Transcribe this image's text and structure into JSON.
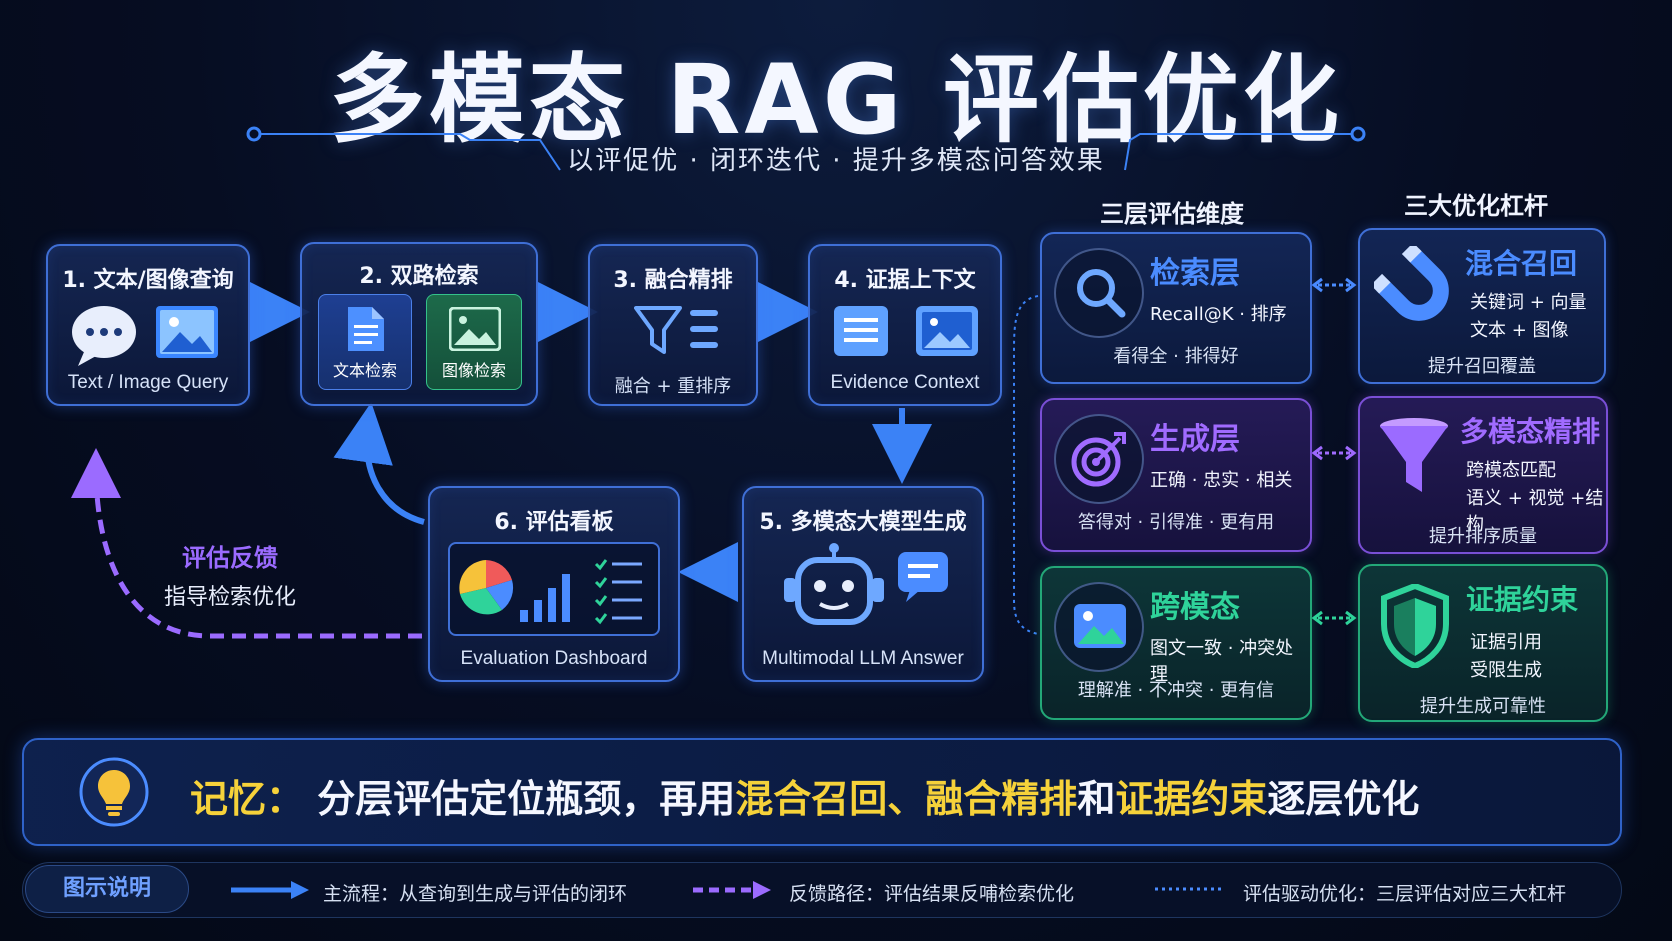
{
  "title": "多模态 RAG 评估优化",
  "subtitle": "以评促优 · 闭环迭代 · 提升多模态问答效果",
  "flow": {
    "step1": {
      "title": "1. 文本/图像查询",
      "caption": "Text / Image Query"
    },
    "step2": {
      "title": "2. 双路检索",
      "text_search": "文本检索",
      "image_search": "图像检索"
    },
    "step3": {
      "title": "3. 融合精排",
      "caption": "融合 + 重排序"
    },
    "step4": {
      "title": "4. 证据上下文",
      "caption": "Evidence Context"
    },
    "step5": {
      "title": "5. 多模态大模型生成",
      "caption": "Multimodal LLM Answer"
    },
    "step6": {
      "title": "6. 评估看板",
      "caption": "Evaluation Dashboard"
    },
    "feedback": {
      "title": "评估反馈",
      "desc": "指导检索优化"
    }
  },
  "eval_layers": {
    "heading": "三层评估维度",
    "items": [
      {
        "name": "检索层",
        "desc": "Recall@K · 排序",
        "bottom": "看得全 · 排得好",
        "color": "#4b8cff"
      },
      {
        "name": "生成层",
        "desc": "正确 · 忠实 · 相关",
        "bottom": "答得对 · 引得准 · 更有用",
        "color": "#a06bff"
      },
      {
        "name": "跨模态",
        "desc": "图文一致 · 冲突处理",
        "bottom": "理解准 · 不冲突 · 更有信",
        "color": "#2fd39a"
      }
    ]
  },
  "levers": {
    "heading": "三大优化杠杆",
    "items": [
      {
        "name": "混合召回",
        "line1": "关键词 + 向量",
        "line2": "文本 + 图像",
        "bottom": "提升召回覆盖",
        "color": "#4b8cff"
      },
      {
        "name": "多模态精排",
        "line1": "跨模态匹配",
        "line2": "语义 + 视觉 +结构",
        "bottom": "提升排序质量",
        "color": "#a06bff"
      },
      {
        "name": "证据约束",
        "line1": "证据引用",
        "line2": "受限生成",
        "bottom": "提升生成可靠性",
        "color": "#2fd39a"
      }
    ]
  },
  "memory": {
    "label": "记忆：",
    "part1": "分层评估定位瓶颈，再用",
    "hl1": "混合召回",
    "sep1": "、",
    "hl2": "融合精排",
    "part2": "和",
    "hl3": "证据约束",
    "part3": "逐层优化"
  },
  "legend": {
    "title": "图示说明",
    "main": "主流程：从查询到生成与评估的闭环",
    "feedback": "反馈路径：评估结果反哺检索优化",
    "driven": "评估驱动优化：三层评估对应三大杠杆"
  }
}
